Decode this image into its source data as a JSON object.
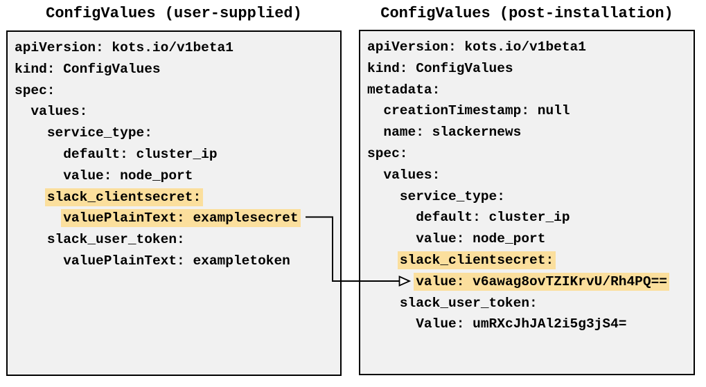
{
  "left_panel": {
    "title": "ConfigValues (user-supplied)",
    "lines": [
      {
        "text": "apiVersion: kots.io/v1beta1",
        "highlight": false
      },
      {
        "text": "kind: ConfigValues",
        "highlight": false
      },
      {
        "text": "spec:",
        "highlight": false
      },
      {
        "text": "  values:",
        "highlight": false
      },
      {
        "text": "    service_type:",
        "highlight": false
      },
      {
        "text": "      default: cluster_ip",
        "highlight": false
      },
      {
        "text": "      value: node_port",
        "highlight": false
      },
      {
        "text": "    slack_clientsecret:",
        "highlight": true
      },
      {
        "text": "      valuePlainText: examplesecret",
        "highlight": true
      },
      {
        "text": "    slack_user_token:",
        "highlight": false
      },
      {
        "text": "      valuePlainText: exampletoken",
        "highlight": false
      }
    ]
  },
  "right_panel": {
    "title": "ConfigValues (post-installation)",
    "lines": [
      {
        "text": "apiVersion: kots.io/v1beta1",
        "highlight": false
      },
      {
        "text": "kind: ConfigValues",
        "highlight": false
      },
      {
        "text": "metadata:",
        "highlight": false
      },
      {
        "text": "  creationTimestamp: null",
        "highlight": false
      },
      {
        "text": "  name: slackernews",
        "highlight": false
      },
      {
        "text": "spec:",
        "highlight": false
      },
      {
        "text": "  values:",
        "highlight": false
      },
      {
        "text": "    service_type:",
        "highlight": false
      },
      {
        "text": "      default: cluster_ip",
        "highlight": false
      },
      {
        "text": "      value: node_port",
        "highlight": false
      },
      {
        "text": "    slack_clientsecret:",
        "highlight": true
      },
      {
        "text": "      value: v6awag8ovTZIKrvU/Rh4PQ==",
        "highlight": true
      },
      {
        "text": "    slack_user_token:",
        "highlight": false
      },
      {
        "text": "      Value: umRXcJhJAl2i5g3jS4=",
        "highlight": false
      }
    ]
  },
  "arrow": {
    "from": "valuePlainText: examplesecret",
    "to": "value: v6awag8ovTZIKrvU/Rh4PQ=="
  },
  "colors": {
    "highlight": "#fbdf9d",
    "panel_background": "#f1f1f1",
    "border": "#000000",
    "text": "#000000"
  }
}
